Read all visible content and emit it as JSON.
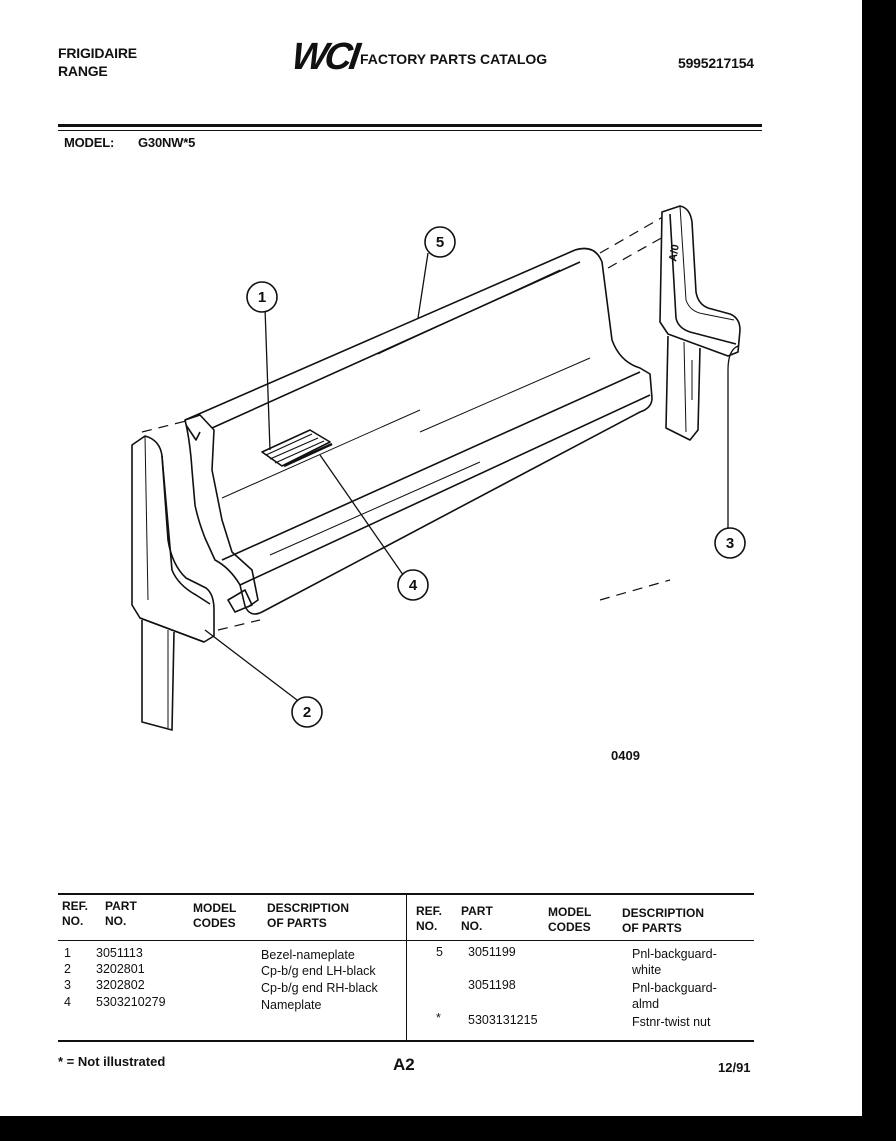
{
  "header": {
    "brand_line1": "FRIGIDAIRE",
    "brand_line2": "RANGE",
    "logo": "WCI",
    "catalog_title": "FACTORY PARTS CATALOG",
    "catalog_number": "5995217154"
  },
  "model": {
    "label": "MODEL:",
    "value": "G30NW*5"
  },
  "diagram": {
    "callouts": [
      "1",
      "2",
      "3",
      "4",
      "5"
    ],
    "figure_code": "0409",
    "part_marking": "A/0"
  },
  "table": {
    "headers": {
      "ref_no": [
        "REF.",
        "NO."
      ],
      "part_no": [
        "PART",
        "NO."
      ],
      "model_codes": [
        "MODEL",
        "CODES"
      ],
      "description": [
        "DESCRIPTION",
        "OF PARTS"
      ]
    },
    "left_rows": [
      {
        "ref": "1",
        "part": "3051113",
        "desc": "Bezel-nameplate"
      },
      {
        "ref": "2",
        "part": "3202801",
        "desc": "Cp-b/g end LH-black"
      },
      {
        "ref": "3",
        "part": "3202802",
        "desc": "Cp-b/g end RH-black"
      },
      {
        "ref": "4",
        "part": "5303210279",
        "desc": "Nameplate"
      }
    ],
    "right_rows": [
      {
        "ref": "5",
        "part": "3051199",
        "desc1": "Pnl-backguard-",
        "desc2": "white"
      },
      {
        "ref": "",
        "part": "3051198",
        "desc1": "Pnl-backguard-",
        "desc2": "almd"
      },
      {
        "ref": "*",
        "part": "5303131215",
        "desc1": "Fstnr-twist nut",
        "desc2": ""
      }
    ]
  },
  "footer": {
    "footnote": "* = Not illustrated",
    "page": "A2",
    "date": "12/91"
  }
}
